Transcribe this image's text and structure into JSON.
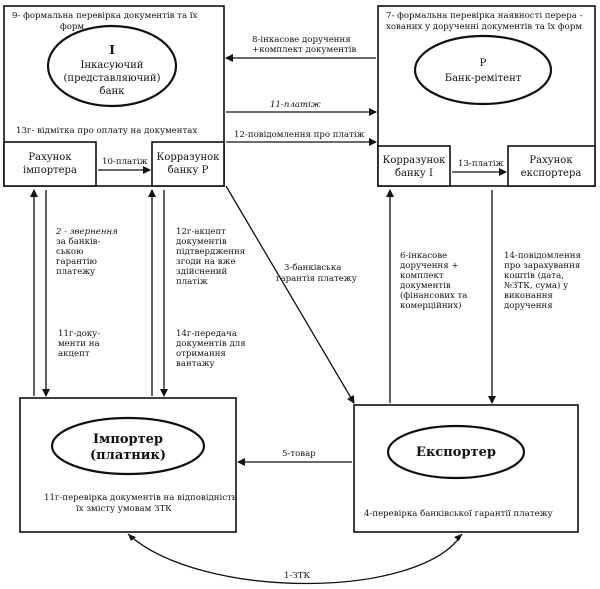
{
  "parties": {
    "collecting_bank": {
      "line1": "I",
      "line2": "Інкасуючий",
      "line3": "(представляючий)",
      "line4": "банк"
    },
    "remitting_bank": {
      "line1": "Р",
      "line2": "Банк-ремітент"
    },
    "importer": {
      "line1": "Імпортер",
      "line2": "(платник)"
    },
    "exporter": {
      "line1": "Експортер"
    }
  },
  "accounts": {
    "importer_account": {
      "line1": "Рахунок",
      "line2": "імпортера"
    },
    "corr_account_bank_p": {
      "line1": "Корразунок",
      "line2": "банку Р"
    },
    "corr_account_bank_i": {
      "line1": "Корразунок",
      "line2": "банку І"
    },
    "exporter_account": {
      "line1": "Рахунок",
      "line2": "експортера"
    }
  },
  "steps": {
    "s1": "1-ЗТК",
    "s2": {
      "l1": "2 - звернення",
      "l2": "за банків-",
      "l3": "ською",
      "l4": "гарантію",
      "l5": "платежу"
    },
    "s3": {
      "l1": "3-банківська",
      "l2": "гарантія платежу"
    },
    "s4": "4-перевірка банківської гарантії платежу",
    "s5": "5-товар",
    "s6": {
      "l1": "6-інкасове",
      "l2": "доручення +",
      "l3": "комплект",
      "l4": "документів",
      "l5": "(фінансових та",
      "l6": "комерційних)"
    },
    "s7": {
      "l1": "7- формальна перевірка наявності перера -",
      "l2": "хованих у дорученні документів та їх форм"
    },
    "s8": {
      "l1": "8-інкасове доручення",
      "l2": "+комплект документів"
    },
    "s9": {
      "l1": "9- формальна перевірка документів та їх",
      "l2": "форм"
    },
    "s10": "10-платіж",
    "s11": "11-платіж",
    "s11g": {
      "l1": "11г-доку-",
      "l2": "менти на",
      "l3": "акцепт"
    },
    "s11r": {
      "l1": "11г-перевірка документів на відповідність",
      "l2": "їх змісту умовам ЗТК"
    },
    "s12": "12-повідомлення про платіж",
    "s12g": {
      "l1": "12г-акцепт",
      "l2": "документів",
      "l3": "підтвердження",
      "l4": "згоди на вже",
      "l5": "здійснений",
      "l6": "платіж"
    },
    "s13": "13-платіж",
    "s13g": "13г- відмітка про оплату на документах",
    "s14": {
      "l1": "14-повідомлення",
      "l2": "про зарахування",
      "l3": "коштів (дата,",
      "l4": "№ЗТК, сума)  у",
      "l5": "виконання",
      "l6": "доручення"
    },
    "s14g": {
      "l1": "14г-передача",
      "l2": "документів для",
      "l3": "отримання",
      "l4": "вантажу"
    }
  }
}
